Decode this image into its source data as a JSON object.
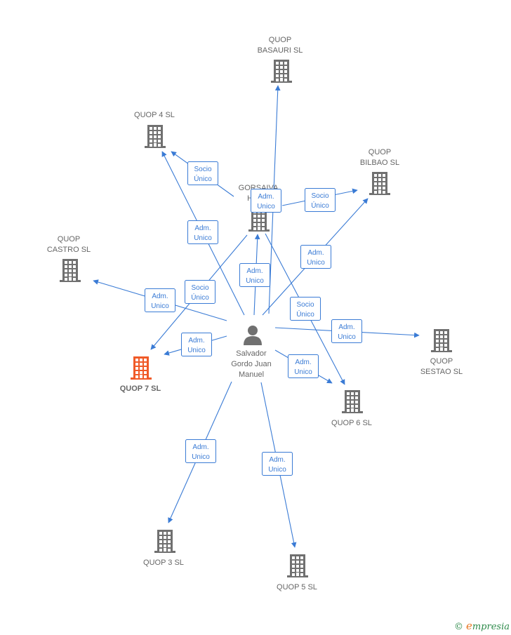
{
  "colors": {
    "edge": "#3a7bd5",
    "building": "#707070",
    "highlight": "#f05a28",
    "person": "#707070"
  },
  "center": {
    "id": "salvador",
    "label": [
      "Salvador",
      "Gordo Juan",
      "Manuel"
    ],
    "icon": "person-icon"
  },
  "nodes": [
    {
      "id": "basauri",
      "label": [
        "QUOP",
        "BASAURI  SL"
      ],
      "icon": "building-icon"
    },
    {
      "id": "quop4",
      "label": [
        "QUOP 4  SL"
      ],
      "icon": "building-icon"
    },
    {
      "id": "bilbao",
      "label": [
        "QUOP",
        "BILBAO  SL"
      ],
      "icon": "building-icon"
    },
    {
      "id": "gorsaiva",
      "label": [
        "GORSAIVA",
        "HOL..."
      ],
      "icon": "building-icon"
    },
    {
      "id": "castro",
      "label": [
        "QUOP",
        "CASTRO  SL"
      ],
      "icon": "building-icon"
    },
    {
      "id": "quop7",
      "label": [
        "QUOP 7  SL"
      ],
      "icon": "building-icon",
      "highlight": true
    },
    {
      "id": "sestao",
      "label": [
        "QUOP",
        "SESTAO SL"
      ],
      "icon": "building-icon"
    },
    {
      "id": "quop6",
      "label": [
        "QUOP 6  SL"
      ],
      "icon": "building-icon"
    },
    {
      "id": "quop3",
      "label": [
        "QUOP 3  SL"
      ],
      "icon": "building-icon"
    },
    {
      "id": "quop5",
      "label": [
        "QUOP 5  SL"
      ],
      "icon": "building-icon"
    }
  ],
  "edges": [
    {
      "from": "salvador",
      "to": "basauri",
      "label": [
        "Adm.",
        "Unico"
      ]
    },
    {
      "from": "gorsaiva",
      "to": "quop4",
      "label": [
        "Socio",
        "Único"
      ]
    },
    {
      "from": "salvador",
      "to": "quop4",
      "label": [
        "Adm.",
        "Unico"
      ]
    },
    {
      "from": "gorsaiva",
      "to": "bilbao",
      "label": [
        "Socio",
        "Único"
      ]
    },
    {
      "from": "salvador",
      "to": "bilbao",
      "label": [
        "Adm.",
        "Unico"
      ]
    },
    {
      "from": "salvador",
      "to": "gorsaiva",
      "label": [
        "Adm.",
        "Unico"
      ]
    },
    {
      "from": "salvador",
      "to": "castro",
      "label": [
        "Adm.",
        "Unico"
      ]
    },
    {
      "from": "gorsaiva",
      "to": "quop7",
      "label": [
        "Socio",
        "Único"
      ]
    },
    {
      "from": "salvador",
      "to": "quop7",
      "label": [
        "Adm.",
        "Unico"
      ]
    },
    {
      "from": "salvador",
      "to": "sestao",
      "label": [
        "Adm.",
        "Unico"
      ]
    },
    {
      "from": "gorsaiva",
      "to": "quop6",
      "label": [
        "Socio",
        "Único"
      ]
    },
    {
      "from": "salvador",
      "to": "quop6",
      "label": [
        "Adm.",
        "Unico"
      ]
    },
    {
      "from": "salvador",
      "to": "quop3",
      "label": [
        "Adm.",
        "Unico"
      ]
    },
    {
      "from": "salvador",
      "to": "quop5",
      "label": [
        "Adm.",
        "Unico"
      ]
    }
  ],
  "footer": {
    "copyright": "©",
    "brand_initial": "e",
    "brand_rest": "mpresia"
  }
}
